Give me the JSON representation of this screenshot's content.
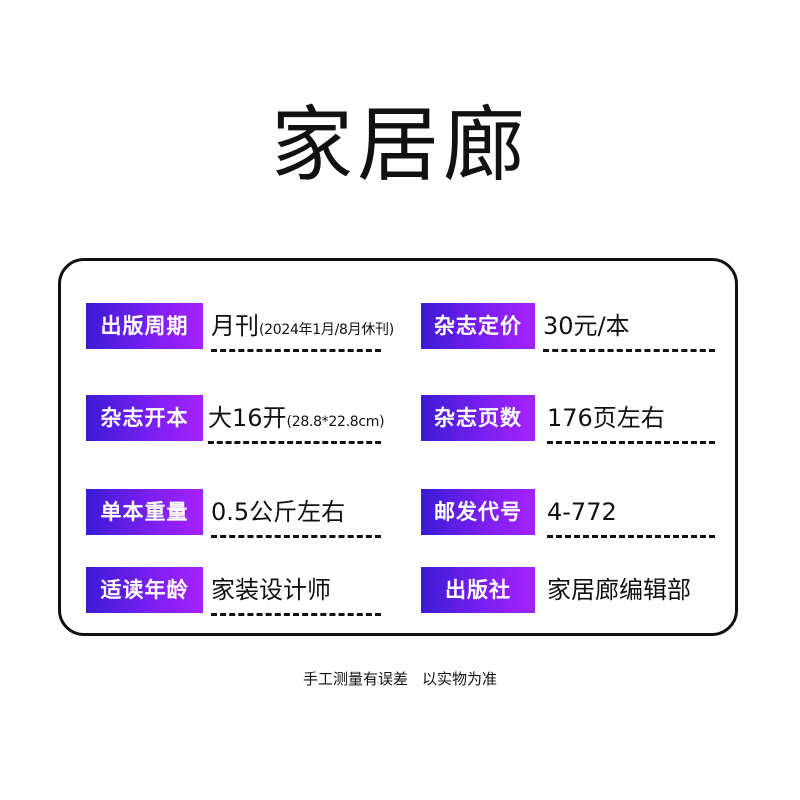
{
  "title": "家居廊",
  "rows": [
    {
      "left": {
        "label": "出版周期",
        "value": "月刊",
        "note": "(2024年1月/8月休刊)"
      },
      "right": {
        "label": "杂志定价",
        "value": "30元/本",
        "note": ""
      }
    },
    {
      "left": {
        "label": "杂志开本",
        "value": "大16开",
        "note": "(28.8*22.8cm)"
      },
      "right": {
        "label": "杂志页数",
        "value": "176页左右",
        "note": ""
      }
    },
    {
      "left": {
        "label": "单本重量",
        "value": "0.5公斤左右",
        "note": ""
      },
      "right": {
        "label": "邮发代号",
        "value": "4-772",
        "note": ""
      }
    },
    {
      "left": {
        "label": "适读年龄",
        "value": "家装设计师",
        "note": ""
      },
      "right": {
        "label": "出版社",
        "value": "家居廊编辑部",
        "note": ""
      }
    }
  ],
  "footer": {
    "part1": "手工测量有误差",
    "part2": "以实物为准"
  }
}
